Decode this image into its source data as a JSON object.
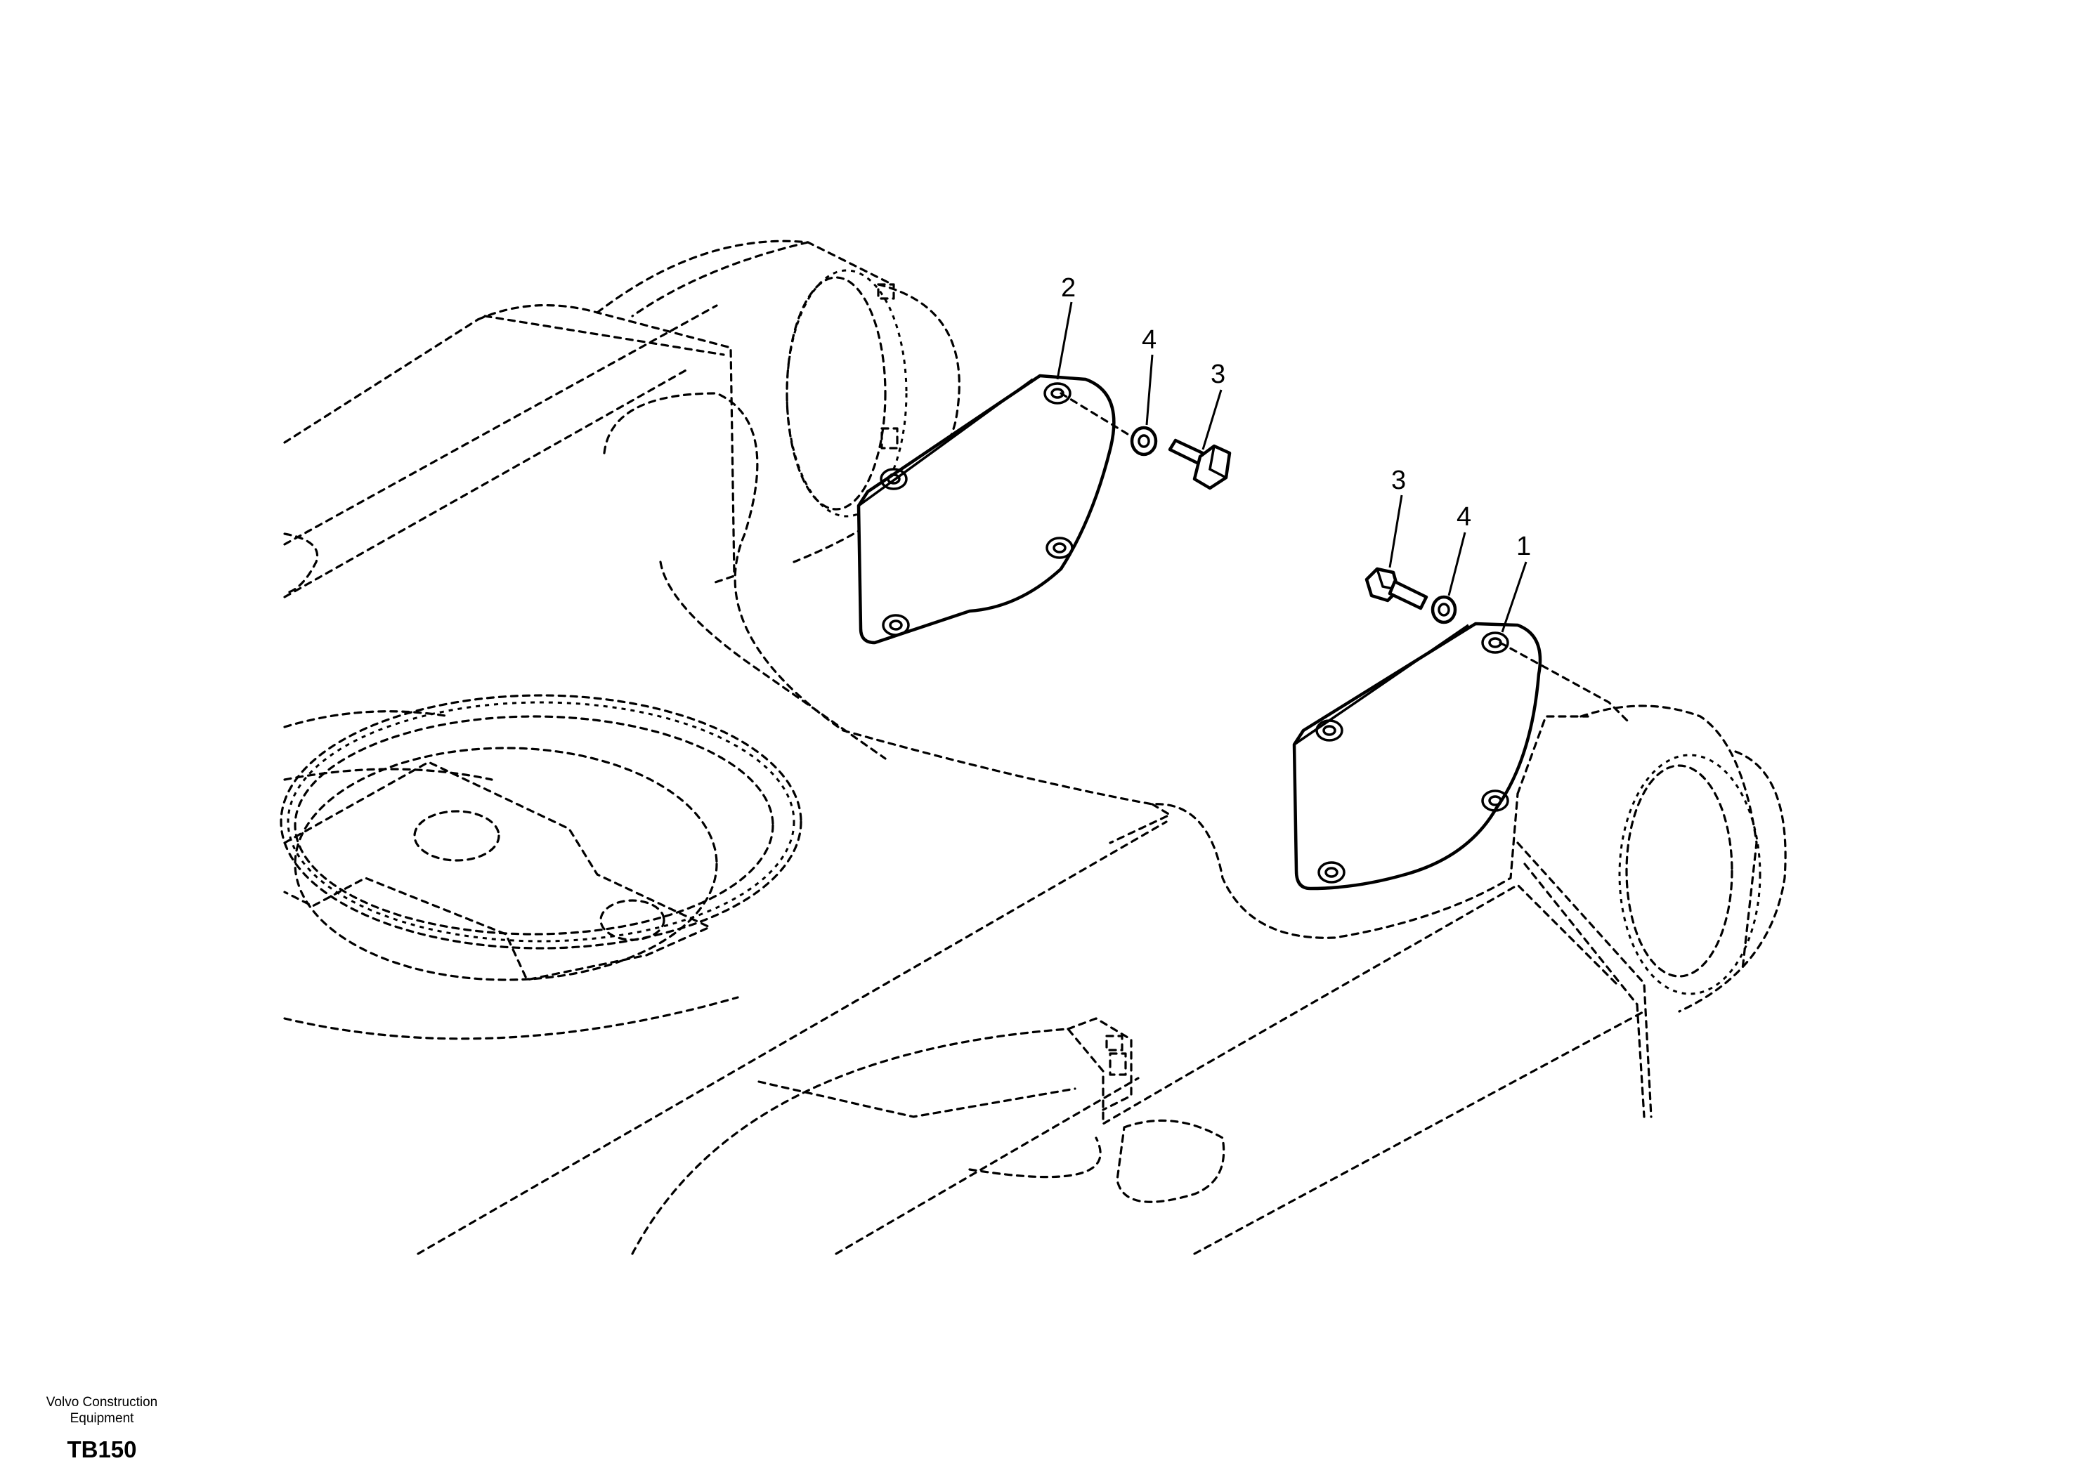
{
  "callouts": {
    "part_1": "1",
    "part_2": "2",
    "part_3_upper": "3",
    "part_4_upper": "4",
    "part_3_lower": "3",
    "part_4_lower": "4"
  },
  "footer": {
    "brand_line_1": "Volvo Construction",
    "brand_line_2": "Equipment",
    "figure_code": "TB150"
  }
}
